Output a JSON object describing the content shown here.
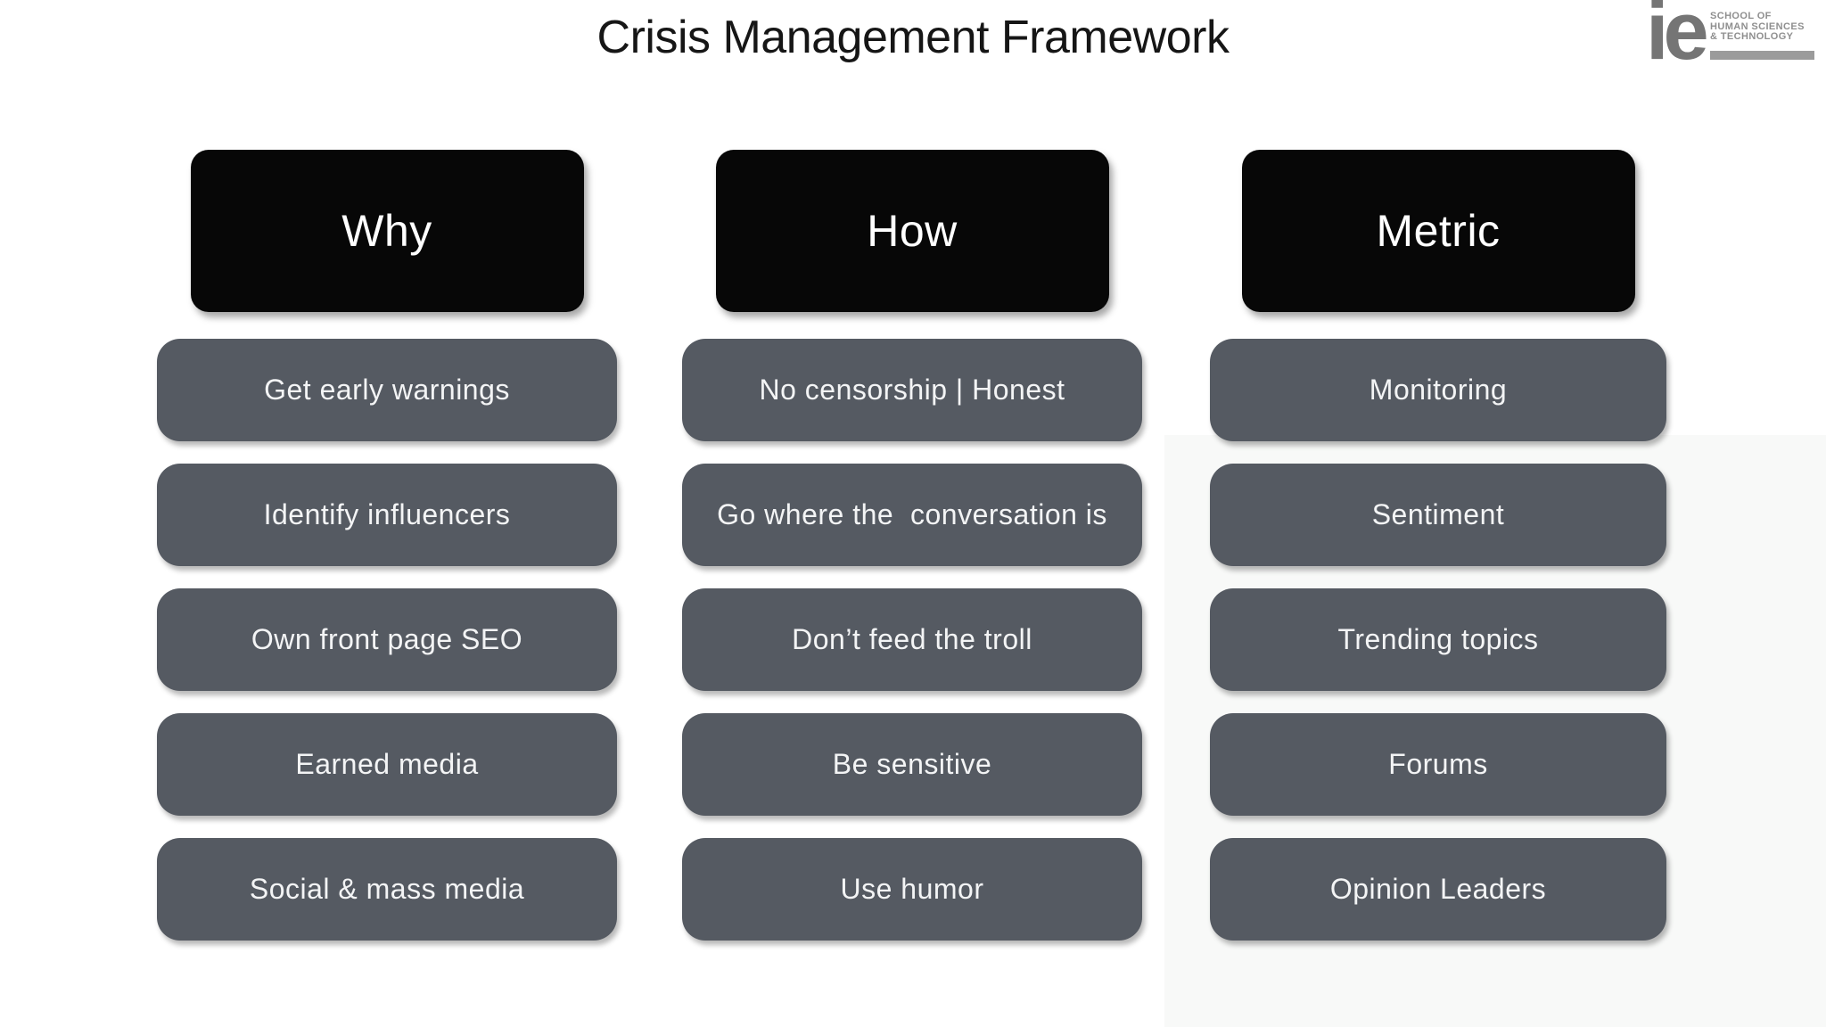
{
  "title": "Crisis Management Framework",
  "logo": {
    "mark": "ie",
    "school_lines": [
      "SCHOOL OF",
      "HUMAN SCIENCES",
      "& TECHNOLOGY"
    ]
  },
  "columns": [
    {
      "header": "Why",
      "items": [
        "Get early warnings",
        "Identify influencers",
        "Own front page SEO",
        "Earned media",
        "Social & mass media"
      ]
    },
    {
      "header": "How",
      "items": [
        "No censorship | Honest",
        "Go where the  conversation is",
        "Don’t feed the troll",
        "Be sensitive",
        "Use humor"
      ]
    },
    {
      "header": "Metric",
      "items": [
        "Monitoring",
        "Sentiment",
        "Trending topics",
        "Forums",
        "Opinion Leaders"
      ]
    }
  ],
  "colors": {
    "background": "#ffffff",
    "header_box": "#070707",
    "item_box": "#555a62",
    "header_text": "#ffffff",
    "item_text": "#f3f4f5",
    "title_text": "#161616",
    "logo_gray": "#757575"
  }
}
